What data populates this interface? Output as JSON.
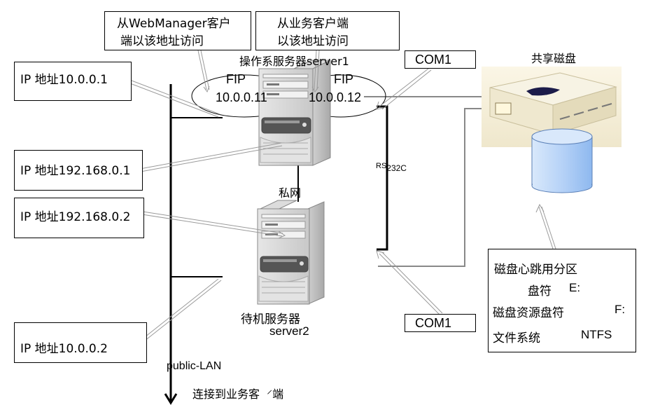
{
  "callouts": {
    "webmanager": {
      "line1": "从WebManager客户",
      "line2": "端以该地址访问"
    },
    "business": {
      "line1": "从业务客户端",
      "line2": "以该地址访问"
    }
  },
  "server1": {
    "label": "操作系服务器server1"
  },
  "server2": {
    "label_line1": "待机服务器",
    "label_line2": "server2"
  },
  "fip1": {
    "title": "FIP",
    "address": "10.0.0.11"
  },
  "fip2": {
    "title": "FIP",
    "address": "10.0.0.12"
  },
  "ip_boxes": {
    "ip1": {
      "prefix": "IP 地址",
      "value": "10.0.0.1"
    },
    "ip2": {
      "prefix": "IP  地址",
      "value": "192.168.0.1"
    },
    "ip3": {
      "prefix": "IP   地址",
      "value": "192.168.0.2"
    },
    "ip4": {
      "prefix": "IP  地址",
      "value": "10.0.0.2"
    }
  },
  "com_top": "COM1",
  "com_bottom": "COM1",
  "rs232c": {
    "rs": "RS",
    "num": "232C"
  },
  "private_net": "私网",
  "shared_disk": {
    "label": "共享磁盘"
  },
  "disk_info": {
    "heartbeat": "磁盘心跳用分区",
    "drive_label": "盘符",
    "drive_value": "E:",
    "resource_label": "磁盘资源盘符",
    "resource_value": "F:",
    "fs_label": "文件系统",
    "fs_value": "NTFS"
  },
  "public_lan": "public-LAN",
  "connect_client": "连接到业务客  ⸍端"
}
